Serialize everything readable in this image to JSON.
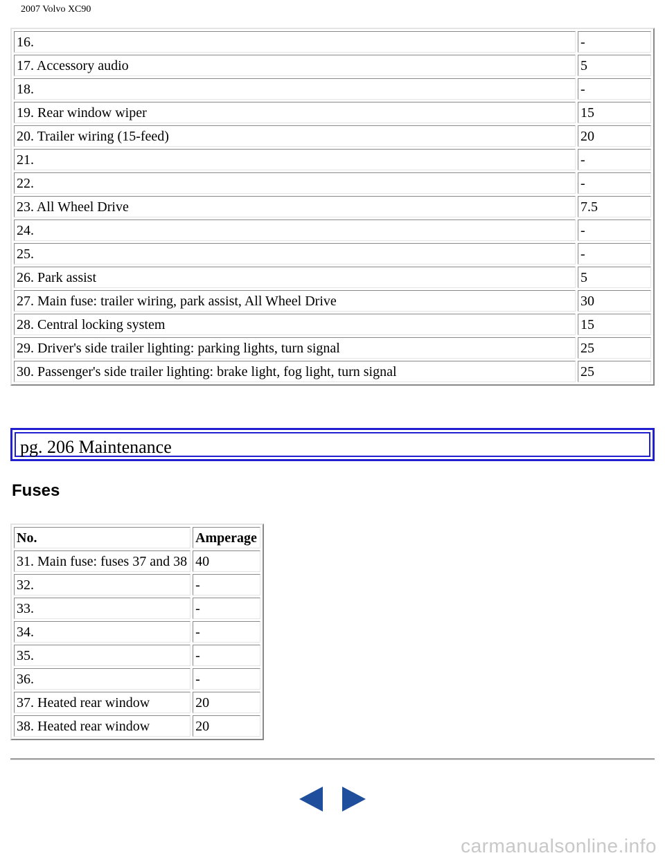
{
  "page": {
    "header_title": "2007 Volvo XC90",
    "watermark": "carmanualsonline.info"
  },
  "top_table": {
    "rows": [
      {
        "no": "16.",
        "amp": "-"
      },
      {
        "no": "17. Accessory audio",
        "amp": "5"
      },
      {
        "no": "18.",
        "amp": "-"
      },
      {
        "no": "19. Rear window wiper",
        "amp": "15"
      },
      {
        "no": "20. Trailer wiring (15-feed)",
        "amp": "20"
      },
      {
        "no": "21.",
        "amp": "-"
      },
      {
        "no": "22.",
        "amp": "-"
      },
      {
        "no": "23. All Wheel Drive",
        "amp": "7.5"
      },
      {
        "no": "24.",
        "amp": "-"
      },
      {
        "no": "25.",
        "amp": "-"
      },
      {
        "no": "26. Park assist",
        "amp": "5"
      },
      {
        "no": "27. Main fuse: trailer wiring, park assist, All Wheel Drive",
        "amp": "30"
      },
      {
        "no": "28. Central locking system",
        "amp": "15"
      },
      {
        "no": "29. Driver's side trailer lighting: parking lights, turn signal",
        "amp": "25"
      },
      {
        "no": "30. Passenger's side trailer lighting: brake light, fog light, turn signal",
        "amp": "25"
      }
    ]
  },
  "section": {
    "label": "pg. 206 Maintenance",
    "heading": "Fuses"
  },
  "bottom_table": {
    "headers": {
      "no": "No.",
      "amp": "Amperage"
    },
    "rows": [
      {
        "no": "31. Main fuse: fuses 37 and 38",
        "amp": "40"
      },
      {
        "no": "32.",
        "amp": "-"
      },
      {
        "no": "33.",
        "amp": "-"
      },
      {
        "no": "34.",
        "amp": "-"
      },
      {
        "no": "35.",
        "amp": "-"
      },
      {
        "no": "36.",
        "amp": "-"
      },
      {
        "no": "37. Heated rear window",
        "amp": "20"
      },
      {
        "no": "38. Heated rear window",
        "amp": "20"
      }
    ]
  },
  "navigation": {
    "prev_icon": "left-triangle-arrow-icon",
    "next_icon": "right-triangle-arrow-icon",
    "arrow_color": "#1f4e9c"
  }
}
